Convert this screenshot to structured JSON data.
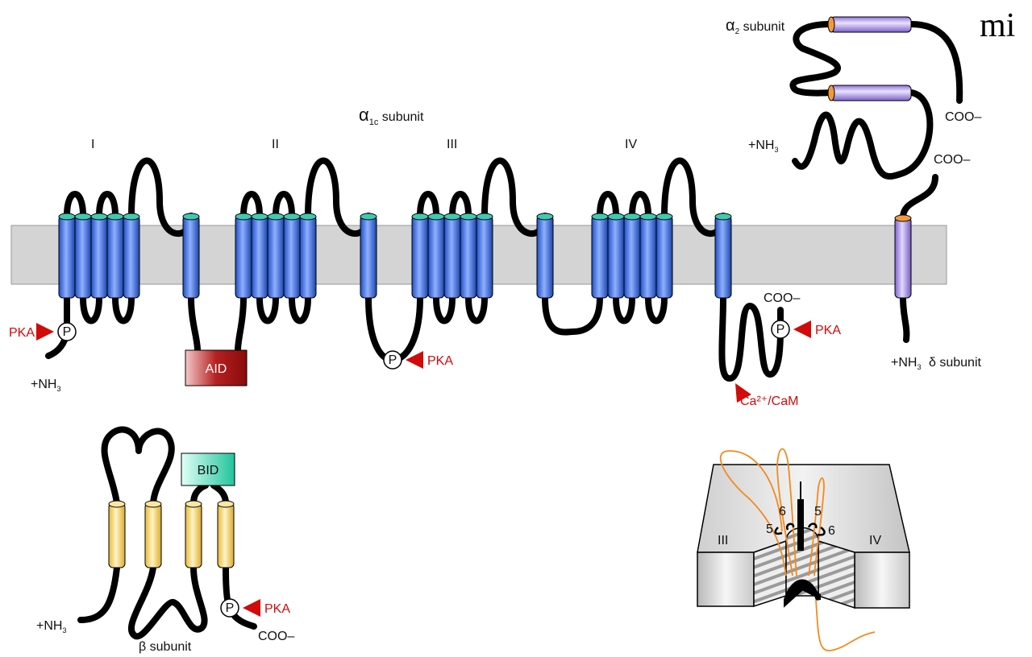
{
  "logo": "mi",
  "alpha1c": {
    "label_greek": "α",
    "label_sub": "1c",
    "label_rest": " subunit",
    "domains": [
      "I",
      "II",
      "III",
      "IV"
    ]
  },
  "alpha2": {
    "label_greek": "α",
    "label_sub": "2",
    "label_rest": " subunit",
    "n_term": "+NH",
    "n_term_sub": "3",
    "c_term": "COO–"
  },
  "delta": {
    "c_term": "COO–",
    "label": "δ subunit",
    "n_term": "+NH",
    "n_term_sub": "3"
  },
  "alpha1c_termini": {
    "n_term": "+NH",
    "n_term_sub": "3",
    "c_term": "COO–"
  },
  "aid_label": "AID",
  "bid_label": "BID",
  "phospho_label": "P",
  "pka_label": "PKA",
  "cam_label": "Ca²⁺/CaM",
  "beta": {
    "label": "β subunit",
    "n_term": "+NH",
    "n_term_sub": "3",
    "c_term": "COO–"
  },
  "pore": {
    "left_domain": "III",
    "right_domain": "IV",
    "segment_labels": [
      "5",
      "6",
      "5",
      "6"
    ]
  },
  "colors": {
    "membrane": "#d4d4d4",
    "helix_blue": "#3b6fe0",
    "helix_top": "#3fc9b0",
    "helix_purple": "#a98ee6",
    "helix_yellow": "#f3d36b",
    "aid": "#a01010",
    "bid": "#3fd6b4",
    "pka_arrow": "#d10a0a",
    "pore_loop": "#f28a1e"
  }
}
